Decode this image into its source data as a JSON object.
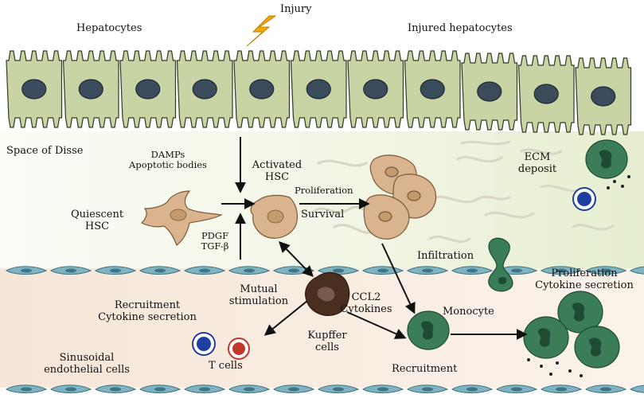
{
  "colors": {
    "hepatocyte_fill": "#c8d4a4",
    "hepatocyte_stroke": "#2e3a22",
    "nucleus": "#3a4c5c",
    "hsc": "#d9b48f",
    "endothelial": "#7fb3c1",
    "kupffer": "#4a2f20",
    "monocyte": "#3a7d58",
    "tcell_blue": "#1f3fa0",
    "tcell_red": "#c0392b",
    "injury_bolt": "#f2a900",
    "space_of_disse_bg": "#edf1dd",
    "sinusoid_bg": "#f3e3d4"
  },
  "icons": [
    "lightning-bolt-icon",
    "hepatocyte-cell-icon",
    "hsc-cell-icon",
    "kupffer-cell-icon",
    "monocyte-icon",
    "t-cell-icon",
    "endothelial-cell-icon"
  ],
  "labels": {
    "injury": "Injury",
    "hepatocytes": "Hepatocytes",
    "injured_hepatocytes": "Injured hepatocytes",
    "space_of_disse": "Space of Disse",
    "damps_line1": "DAMPs",
    "damps_line2": "Apoptotic bodies",
    "activated_hsc_line1": "Activated",
    "activated_hsc_line2": "HSC",
    "proliferation": "Proliferation",
    "survival": "Survival",
    "ecm_line1": "ECM",
    "ecm_line2": "deposit",
    "quiescent_line1": "Quiescent",
    "quiescent_line2": "HSC",
    "pdgf": "PDGF",
    "tgf": "TGF-β",
    "infiltration": "Infiltration",
    "prolif_cytokine_line1": "Proliferation",
    "prolif_cytokine_line2": "Cytokine secretion",
    "mutual_line1": "Mutual",
    "mutual_line2": "stimulation",
    "recruit_cytokine_line1": "Recruitment",
    "recruit_cytokine_line2": "Cytokine secretion",
    "ccl2_line1": "CCL2",
    "ccl2_line2": "Cytokines",
    "monocyte": "Monocyte",
    "kupffer_line1": "Kupffer",
    "kupffer_line2": "cells",
    "t_cells": "T cells",
    "recruitment": "Recruitment",
    "sinusoidal_line1": "Sinusoidal",
    "sinusoidal_line2": "endothelial cells"
  }
}
